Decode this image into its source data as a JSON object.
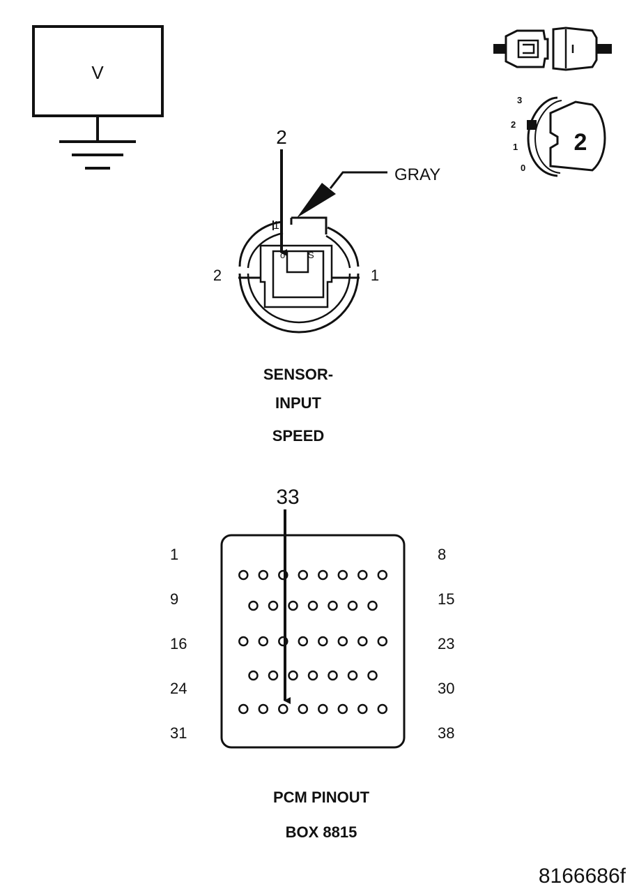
{
  "meter": {
    "symbol": "V"
  },
  "connector_key": {
    "icon": "connector-disconnect-icon"
  },
  "ignition": {
    "icon": "ignition-switch-icon",
    "positions": [
      "3",
      "2",
      "1",
      "0"
    ],
    "key_position": "2"
  },
  "sensor_connector": {
    "probe_pin": "2",
    "wire_color": "GRAY",
    "pin_left": "2",
    "pin_right": "1",
    "cavity_top": "1",
    "terminal_marks": [
      "o",
      "S"
    ],
    "title_lines": [
      "SENSOR-",
      "INPUT",
      "SPEED"
    ]
  },
  "pcm_connector": {
    "probe_pin": "33",
    "row_labels_left": [
      "1",
      "9",
      "16",
      "24",
      "31"
    ],
    "row_labels_right": [
      "8",
      "15",
      "23",
      "30",
      "38"
    ],
    "row_pin_counts": [
      8,
      7,
      8,
      7,
      8
    ],
    "title_lines": [
      "PCM PINOUT",
      "BOX 8815"
    ]
  },
  "figure_id": "8166686f"
}
